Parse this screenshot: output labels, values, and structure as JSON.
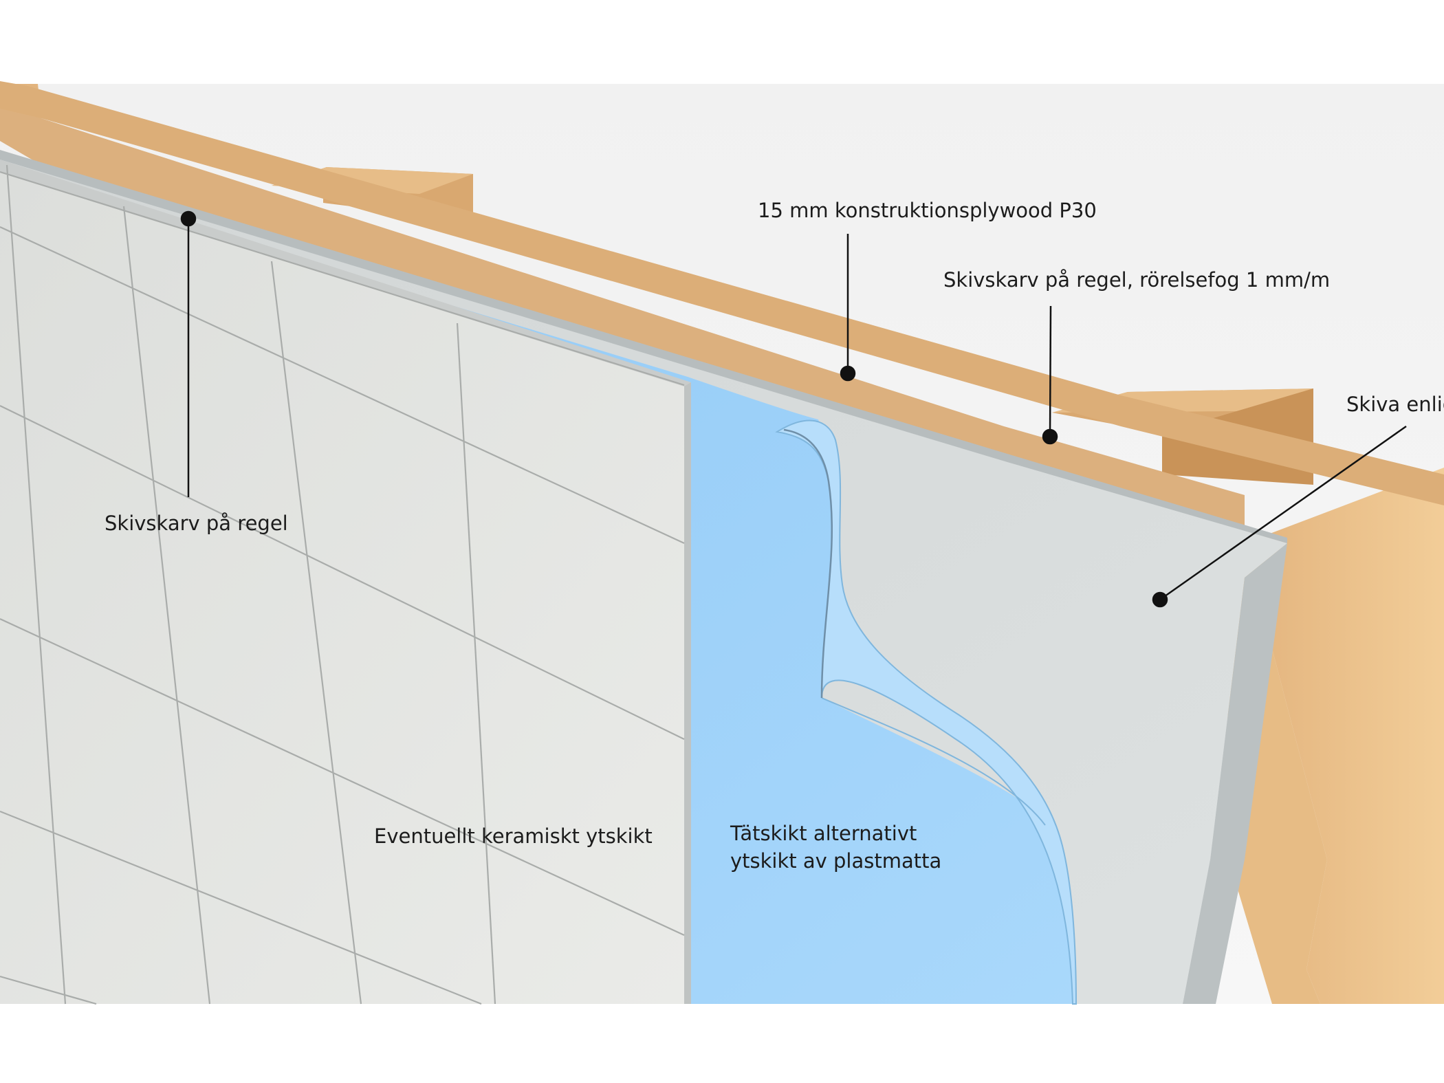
{
  "labels": {
    "plywood": "15 mm konstruktionsplywood P30",
    "joint_movement": "Skivskarv på regel, rörelsefog 1 mm/m",
    "board": "Skiva enlig",
    "joint_stud": "Skivskarv på regel",
    "ceramic": "Eventuellt keramiskt ytskikt",
    "membrane_line1": "Tätskikt alternativt",
    "membrane_line2": "ytskikt av plastmatta"
  },
  "colors": {
    "wood": "#dcb07e",
    "wood_light": "#efc993",
    "wood_dark": "#c8975f",
    "board": "#d8dcdc",
    "board_edge": "#b8bebf",
    "membrane": "#9ccff7",
    "tile": "#e6e7e4",
    "grout": "#a9acaa",
    "leader": "#111111"
  }
}
